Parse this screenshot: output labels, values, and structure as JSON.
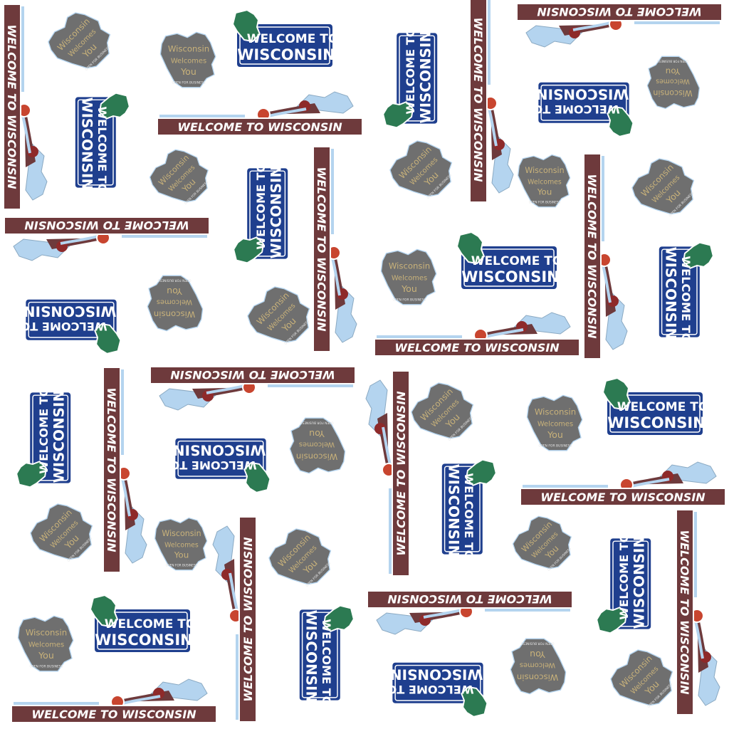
{
  "blue_sign": {
    "line1": "WELCOME TO",
    "line2": "WISCONSIN"
  },
  "brown_banner": {
    "text": "WELCOME TO WISCONSIN"
  },
  "gray_map": {
    "line1": "Wisconsin",
    "line2": "Welcomes",
    "line3": "You",
    "footer": "OPEN FOR BUSINESS"
  },
  "colors": {
    "sign_blue": "#1f3f8e",
    "sign_green": "#2c7a52",
    "banner_brown": "#6e3a3c",
    "lake_blue": "#b4d4ef",
    "river_red": "#8e2a2a",
    "map_gray": "#6f6f6f",
    "map_text": "#c9b27a"
  }
}
